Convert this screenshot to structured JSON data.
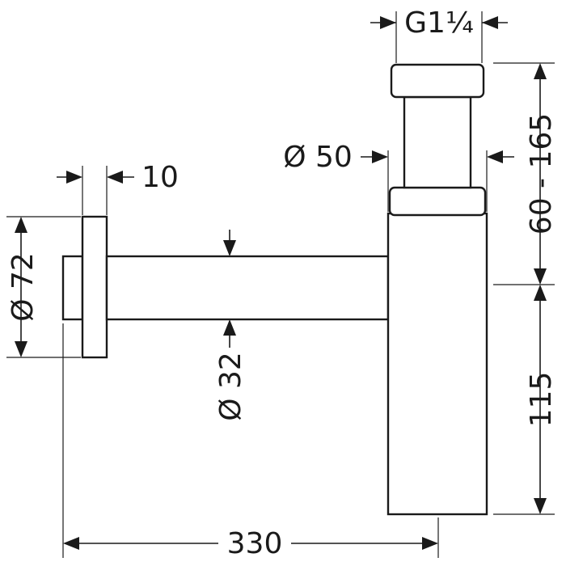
{
  "labels": {
    "thread": "G1¼",
    "height_range": "60 - 165",
    "outlet_diameter": "Ø 50",
    "flange_thickness": "10",
    "flange_diameter": "Ø 72",
    "pipe_diameter": "Ø 32",
    "body_height": "115",
    "total_length": "330"
  },
  "colors": {
    "line": "#1a1a1a",
    "background": "#ffffff"
  }
}
